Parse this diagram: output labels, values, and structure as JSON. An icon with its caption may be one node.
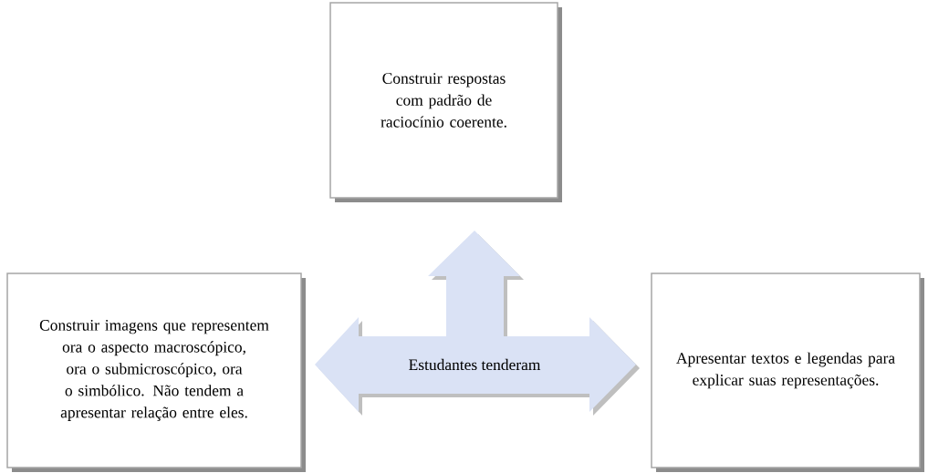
{
  "diagram": {
    "nodes": [
      {
        "text": [
          "Construir respostas com padrão de raciocínio coerente."
        ]
      },
      {
        "text": [
          "Construir imagens que representem ora o aspecto macroscópico, ora o submicroscópico, ora o simbólico. Não tendem a apresentar relação entre eles."
        ]
      },
      {
        "text": [
          "Estudantes tenderam"
        ]
      },
      {
        "text": [
          "Apresentar textos e legendas para explicar suas representações."
        ]
      }
    ]
  }
}
